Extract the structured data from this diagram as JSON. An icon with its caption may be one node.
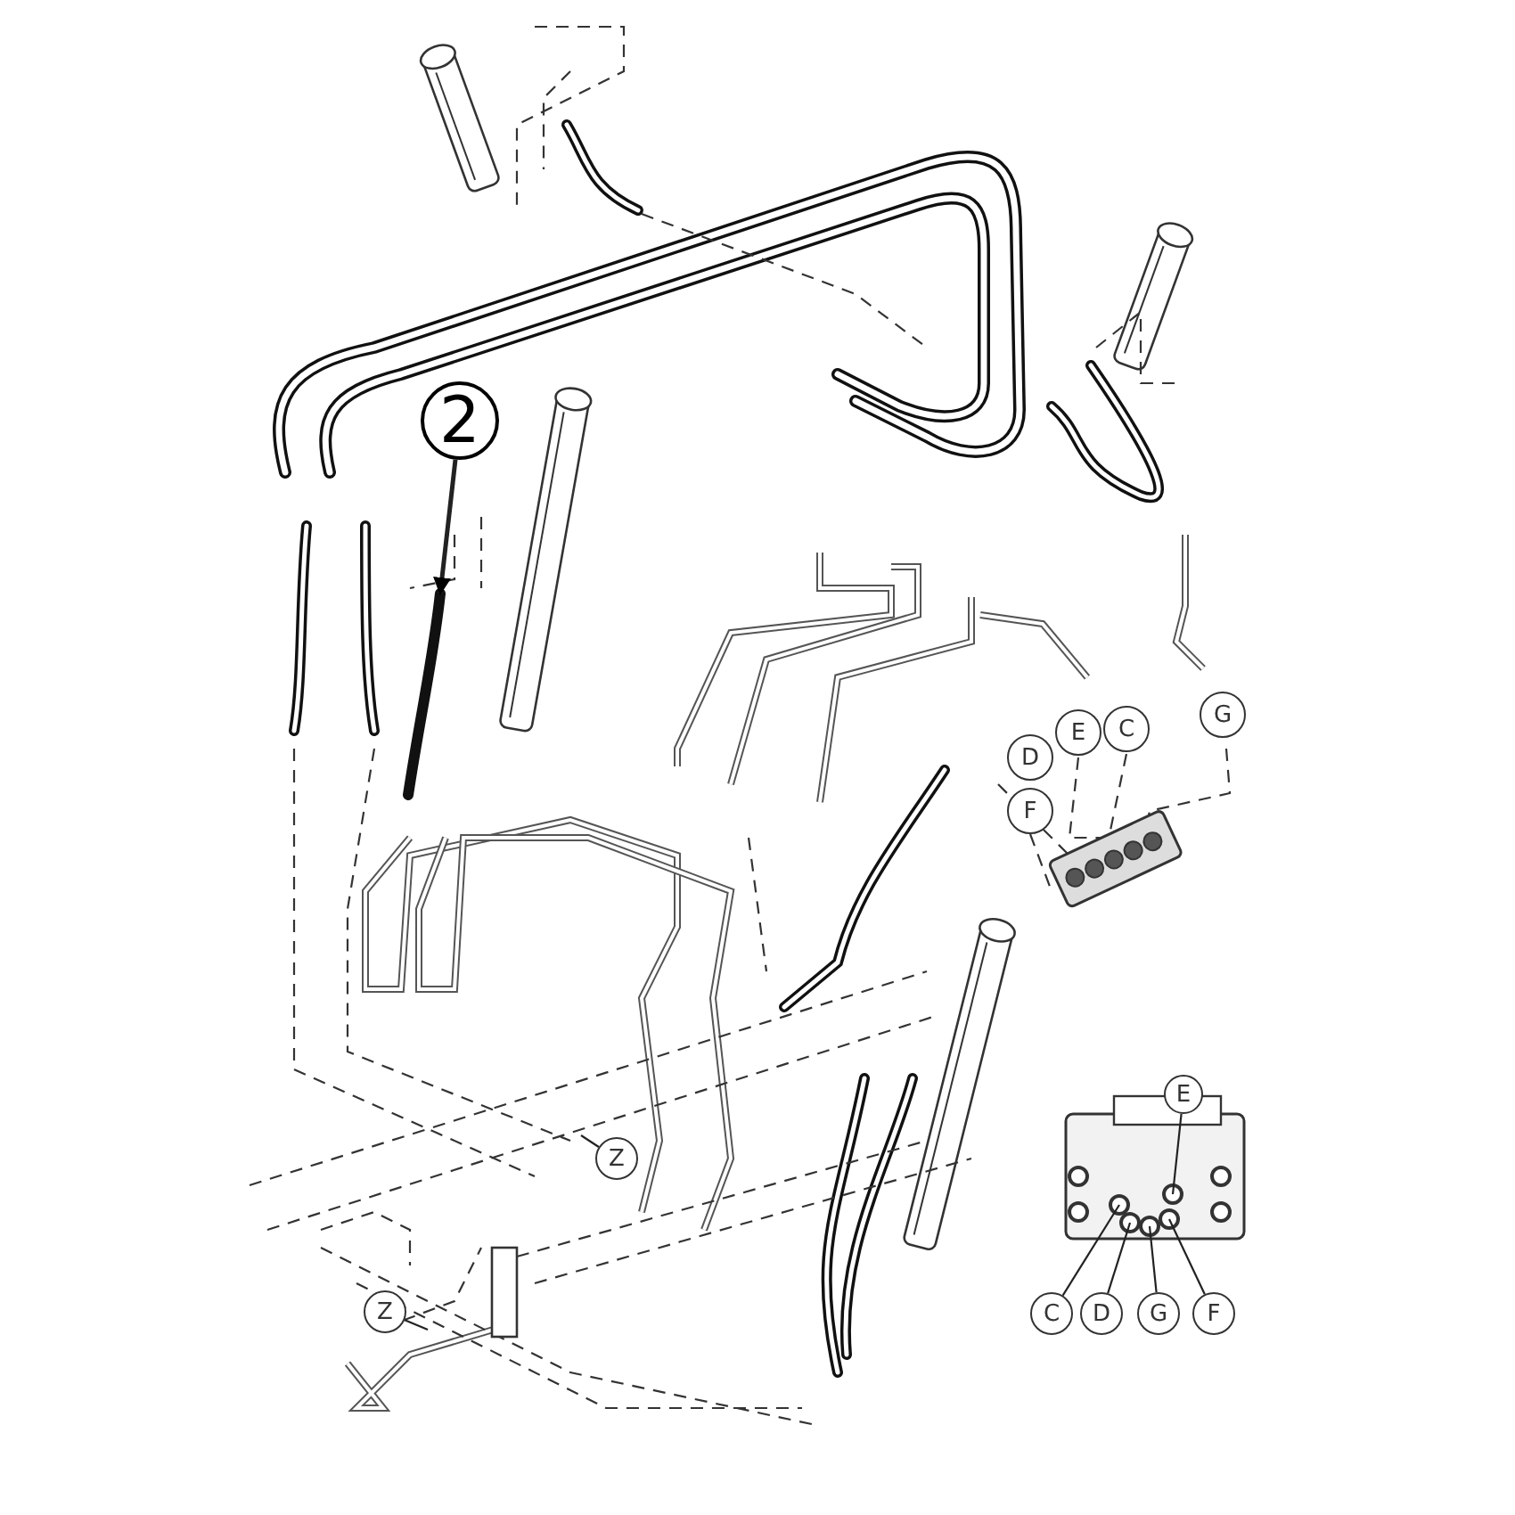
{
  "diagram": {
    "nodes": [
      {
        "text": [
          "2"
        ]
      },
      {
        "text": [],
        "shape": "picture"
      },
      {
        "text": [
          "D"
        ]
      },
      {
        "text": [
          "E"
        ]
      },
      {
        "text": [
          "C"
        ]
      },
      {
        "text": [
          "G"
        ]
      },
      {
        "text": [
          "F"
        ]
      },
      {
        "text": [
          "Z"
        ]
      },
      {
        "text": [
          "Z"
        ]
      },
      {
        "text": [
          "E"
        ]
      },
      {
        "text": [
          "C"
        ]
      },
      {
        "text": [
          "D"
        ]
      },
      {
        "text": [
          "G"
        ]
      },
      {
        "text": [
          "F"
        ]
      }
    ],
    "edges": [
      {
        "from": 0,
        "to": 1,
        "arrow": "to"
      },
      {
        "from": 7,
        "to": null,
        "arrow": "none"
      },
      {
        "from": 8,
        "to": null,
        "arrow": "none"
      },
      {
        "from": 9,
        "to": null,
        "arrow": "none"
      },
      {
        "from": 10,
        "to": null,
        "arrow": "none"
      },
      {
        "from": 11,
        "to": null,
        "arrow": "none"
      },
      {
        "from": 12,
        "to": null,
        "arrow": "none"
      },
      {
        "from": 13,
        "to": null,
        "arrow": "none"
      }
    ]
  }
}
